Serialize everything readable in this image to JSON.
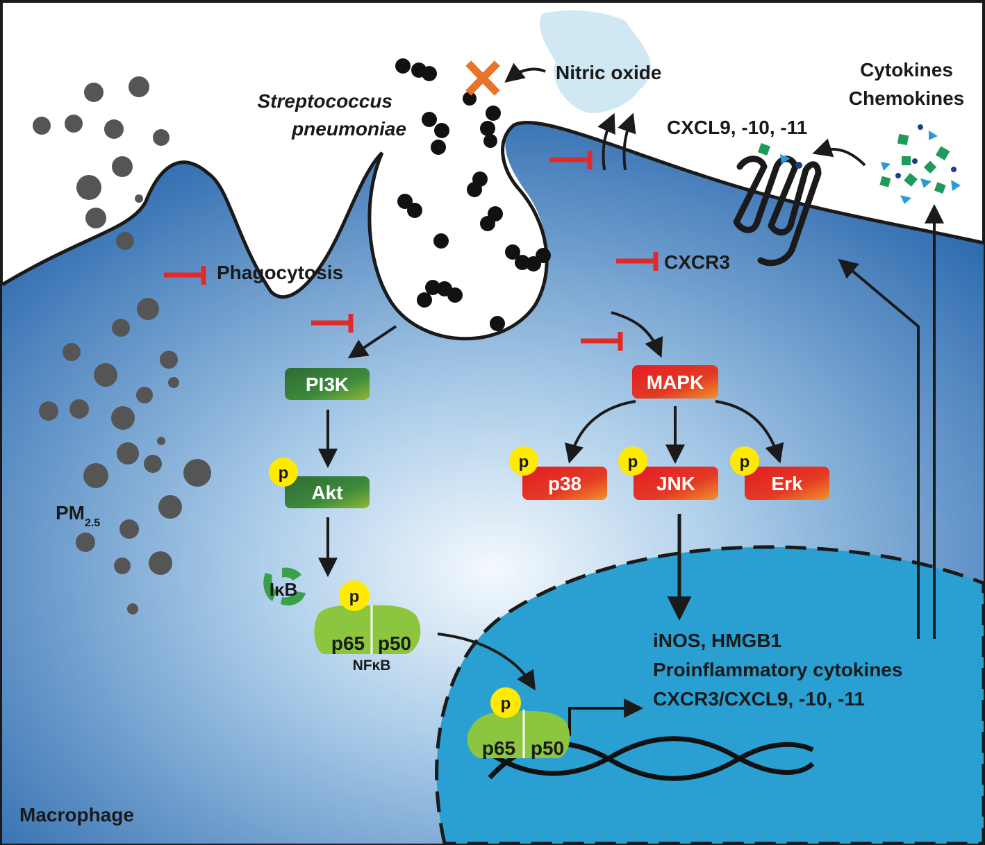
{
  "labels": {
    "streptococcus_line1": "Streptococcus",
    "streptococcus_line2": "pneumoniae",
    "nitric_oxide": "Nitric oxide",
    "cytokines": "Cytokines",
    "chemokines": "Chemokines",
    "cxcl": "CXCL9, -10, -11",
    "phagocytosis": "Phagocytosis",
    "cxcr3": "CXCR3",
    "pm_main": "PM",
    "pm_sub": "2.5",
    "macrophage": "Macrophage",
    "ikb": "IκB",
    "nfkb": "NFκB"
  },
  "pathway": {
    "pi3k": "PI3K",
    "akt": "Akt",
    "mapk": "MAPK",
    "p38": "p38",
    "jnk": "JNK",
    "erk": "Erk",
    "phospho": "p",
    "p65": "p65",
    "p50": "p50"
  },
  "nucleus_text": {
    "line1": "iNOS, HMGB1",
    "line2": "Proinflammatory cytokines",
    "line3": "CXCR3/CXCL9, -10, -11"
  },
  "colors": {
    "cell_dark": "#1f5fa8",
    "cell_light": "#eaf3fb",
    "nucleus": "#2a9fd0",
    "green_box": "#2f7a3a",
    "red_box": "#e0282a",
    "inhibit": "#e02a2a",
    "phospho_circle": "#ffea00",
    "nfkb": "#8cc63f",
    "nitric_cloud": "#cfe8f3",
    "x_mark": "#e8742a"
  }
}
